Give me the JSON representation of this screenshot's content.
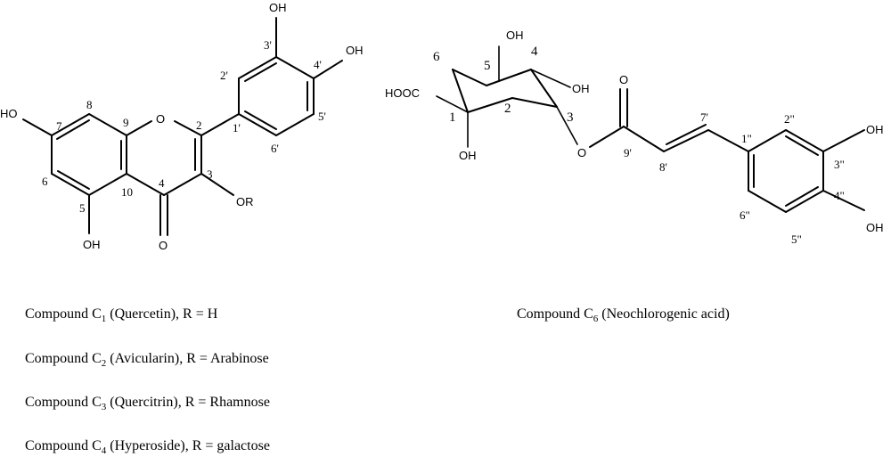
{
  "quercetin_structure": {
    "atoms": {
      "ho7": "HO",
      "oh5": "OH",
      "o4": "O",
      "o_ring": "O",
      "or3": "OR",
      "oh3p": "OH",
      "oh4p": "OH"
    },
    "positions": {
      "p2": "2",
      "p3": "3",
      "p4": "4",
      "p5": "5",
      "p6": "6",
      "p7": "7",
      "p8": "8",
      "p9": "9",
      "p10": "10",
      "p1p": "1'",
      "p2p": "2'",
      "p3p": "3'",
      "p4p": "4'",
      "p5p": "5'",
      "p6p": "6'"
    }
  },
  "neochlorogenic_structure": {
    "atoms": {
      "hooc": "HOOC",
      "oh1": "OH",
      "oh4": "OH",
      "oh5": "OH",
      "o_ester": "O",
      "o_carbonyl": "O",
      "oh3pp": "OH",
      "oh4pp": "OH"
    },
    "positions": {
      "q1": "1",
      "q2": "2",
      "q3": "3",
      "q4": "4",
      "q5": "5",
      "q6": "6",
      "p7p": "7'",
      "p8p": "8'",
      "p9p": "9'",
      "p1pp": "1\"",
      "p2pp": "2\"",
      "p3pp": "3\"",
      "p4pp": "4\"",
      "p5pp": "5\"",
      "p6pp": "6\""
    }
  },
  "captions": {
    "c1": {
      "prefix": "Compound C",
      "sub": "1",
      "suffix": " (Quercetin), R = H"
    },
    "c2": {
      "prefix": "Compound C",
      "sub": "2",
      "suffix": " (Avicularin), R = Arabinose"
    },
    "c3": {
      "prefix": "Compound C",
      "sub": "3",
      "suffix": " (Quercitrin), R = Rhamnose"
    },
    "c4": {
      "prefix": "Compound C",
      "sub": "4",
      "suffix": " (Hyperoside), R = galactose"
    },
    "c6": {
      "prefix": "Compound C",
      "sub": "6",
      "suffix": " (Neochlorogenic acid)"
    }
  }
}
